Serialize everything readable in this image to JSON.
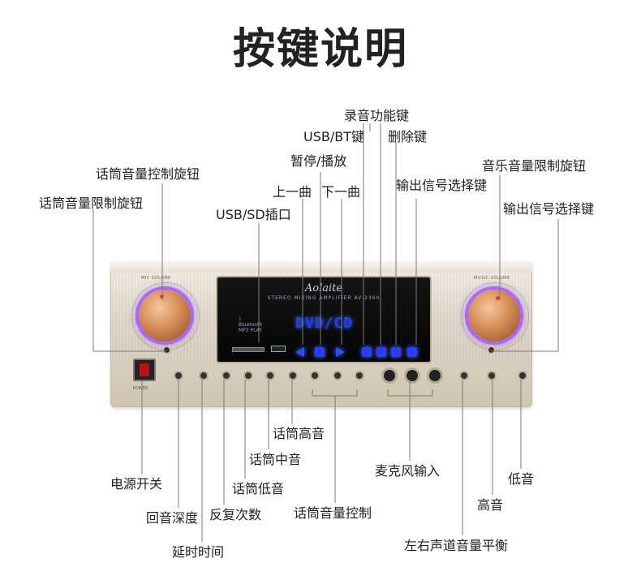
{
  "title": "按键说明",
  "device": {
    "brand": "Aolaite",
    "model_line": "STEREO MIXING AMPLIFIER  AV-2360",
    "display_digits": "DVD/CD",
    "bluetooth_label": "Bluetooth",
    "bluetooth_sub": "MP3 PLAY",
    "power_label": "POWER",
    "mic_volume_label": "MIC VOLUME",
    "music_volume_label": "MUSIC VOLUME"
  },
  "labels": {
    "record_key": "录音功能键",
    "usb_bt_key": "USB/BT键",
    "delete_key": "删除键",
    "pause_play": "暂停/播放",
    "mic_vol_knob": "话筒音量控制旋钮",
    "music_vol_limit": "音乐音量限制旋钮",
    "prev_track": "上一曲",
    "next_track": "下一曲",
    "output_select_1": "输出信号选择键",
    "mic_vol_limit": "话筒音量限制旋钮",
    "output_select_2": "输出信号选择键",
    "usb_sd_slot": "USB/SD插口",
    "mic_treble": "话筒高音",
    "mic_mid": "话筒中音",
    "mic_input": "麦克风输入",
    "power_switch": "电源开关",
    "bass": "低音",
    "mic_bass": "话筒低音",
    "echo_depth": "回音深度",
    "repeat_count": "反复次数",
    "mic_vol_control": "话筒音量控制",
    "treble": "高音",
    "balance": "左右声道音量平衡",
    "delay_time": "延时时间"
  },
  "colors": {
    "panel": "#ddd3c2",
    "display_blue": "#2a3dff",
    "knob_glow": "#a768ff",
    "knob_copper": "#d58c55"
  }
}
